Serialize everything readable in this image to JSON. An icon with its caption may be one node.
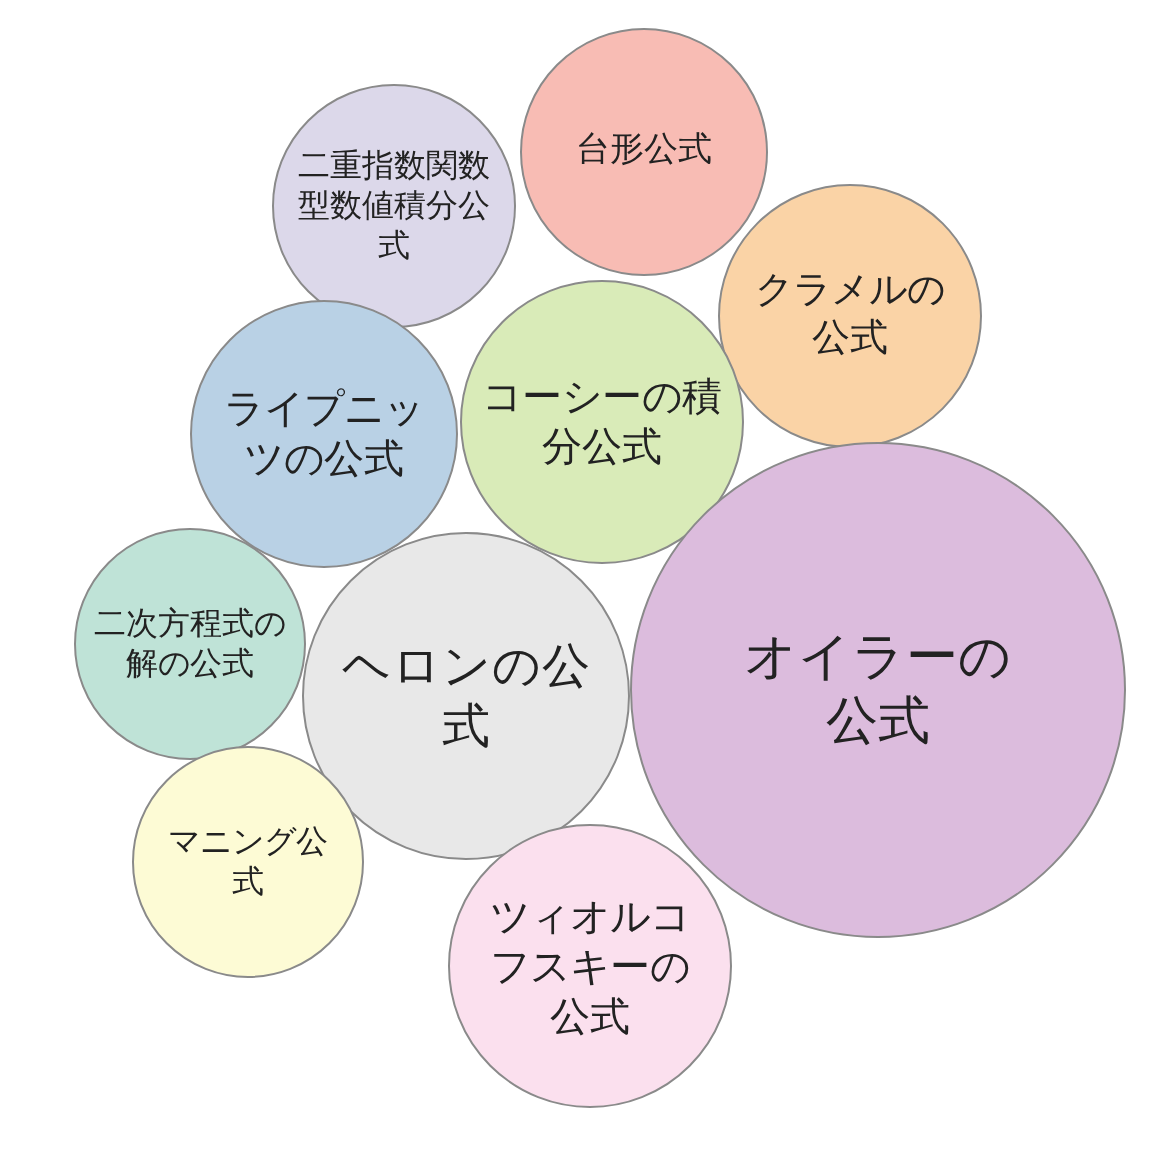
{
  "diagram": {
    "nodes": [
      {
        "text": [
          "二重指数関数型数値積分公式"
        ]
      },
      {
        "text": [
          "台形公式"
        ]
      },
      {
        "text": [
          "クラメルの公式"
        ]
      },
      {
        "text": [
          "ライプニッツの公式"
        ]
      },
      {
        "text": [
          "コーシーの積分公式"
        ]
      },
      {
        "text": [
          "二次方程式の解の公式"
        ]
      },
      {
        "text": [
          "ヘロンの公式"
        ]
      },
      {
        "text": [
          "オイラーの公式"
        ]
      },
      {
        "text": [
          "マニング公式"
        ]
      },
      {
        "text": [
          "ツィオルコフスキーの公式"
        ]
      }
    ]
  }
}
